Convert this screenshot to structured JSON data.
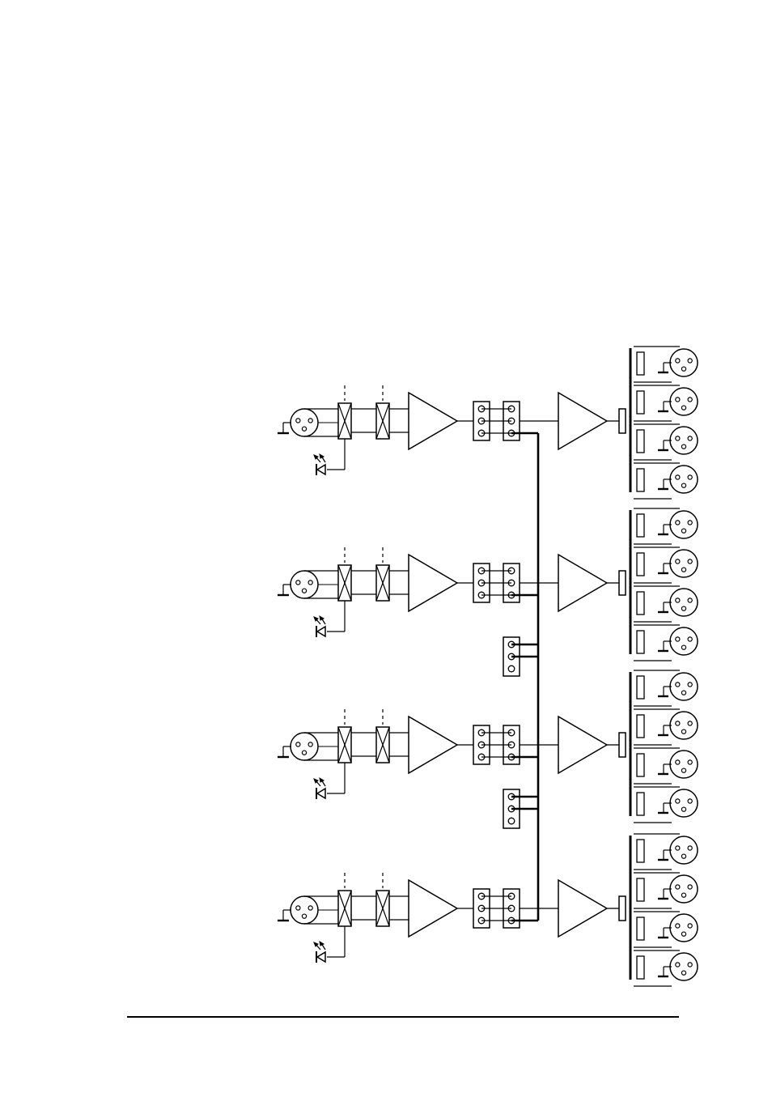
{
  "diagram": {
    "type": "audio-distribution-schematic",
    "channels": [
      {
        "id": "ch1",
        "outputs": 4
      },
      {
        "id": "ch2",
        "outputs": 4
      },
      {
        "id": "ch3",
        "outputs": 4
      },
      {
        "id": "ch4",
        "outputs": 4
      }
    ],
    "link_terminals": 2,
    "line_color": "#000000",
    "background_color": "#ffffff"
  }
}
